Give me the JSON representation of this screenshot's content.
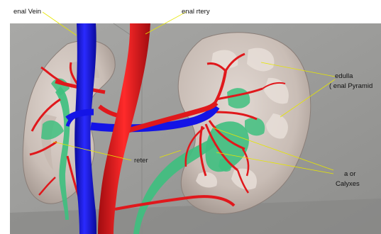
{
  "labels": {
    "renal_vein": "enal Vein",
    "renal_artery": "enal  rtery",
    "medulla_line1": "edulla",
    "medulla_line2": "( enal Pyramid",
    "ureter": "reter",
    "major_line1": "a or",
    "major_line2": "Calyxes"
  },
  "colors": {
    "background": "#ffffff",
    "scene_background": "#9a9a98",
    "kidney_tissue": "#d8ccc4",
    "artery": "#e0181c",
    "vein": "#1414e6",
    "ureter_calyx": "#3fbf7f",
    "leader_line": "#e6e600"
  },
  "icons": {
    "renal_vein": "renal-vein-shape",
    "renal_artery": "renal-artery-shape",
    "kidney": "kidney-shape",
    "ureter": "ureter-shape"
  }
}
